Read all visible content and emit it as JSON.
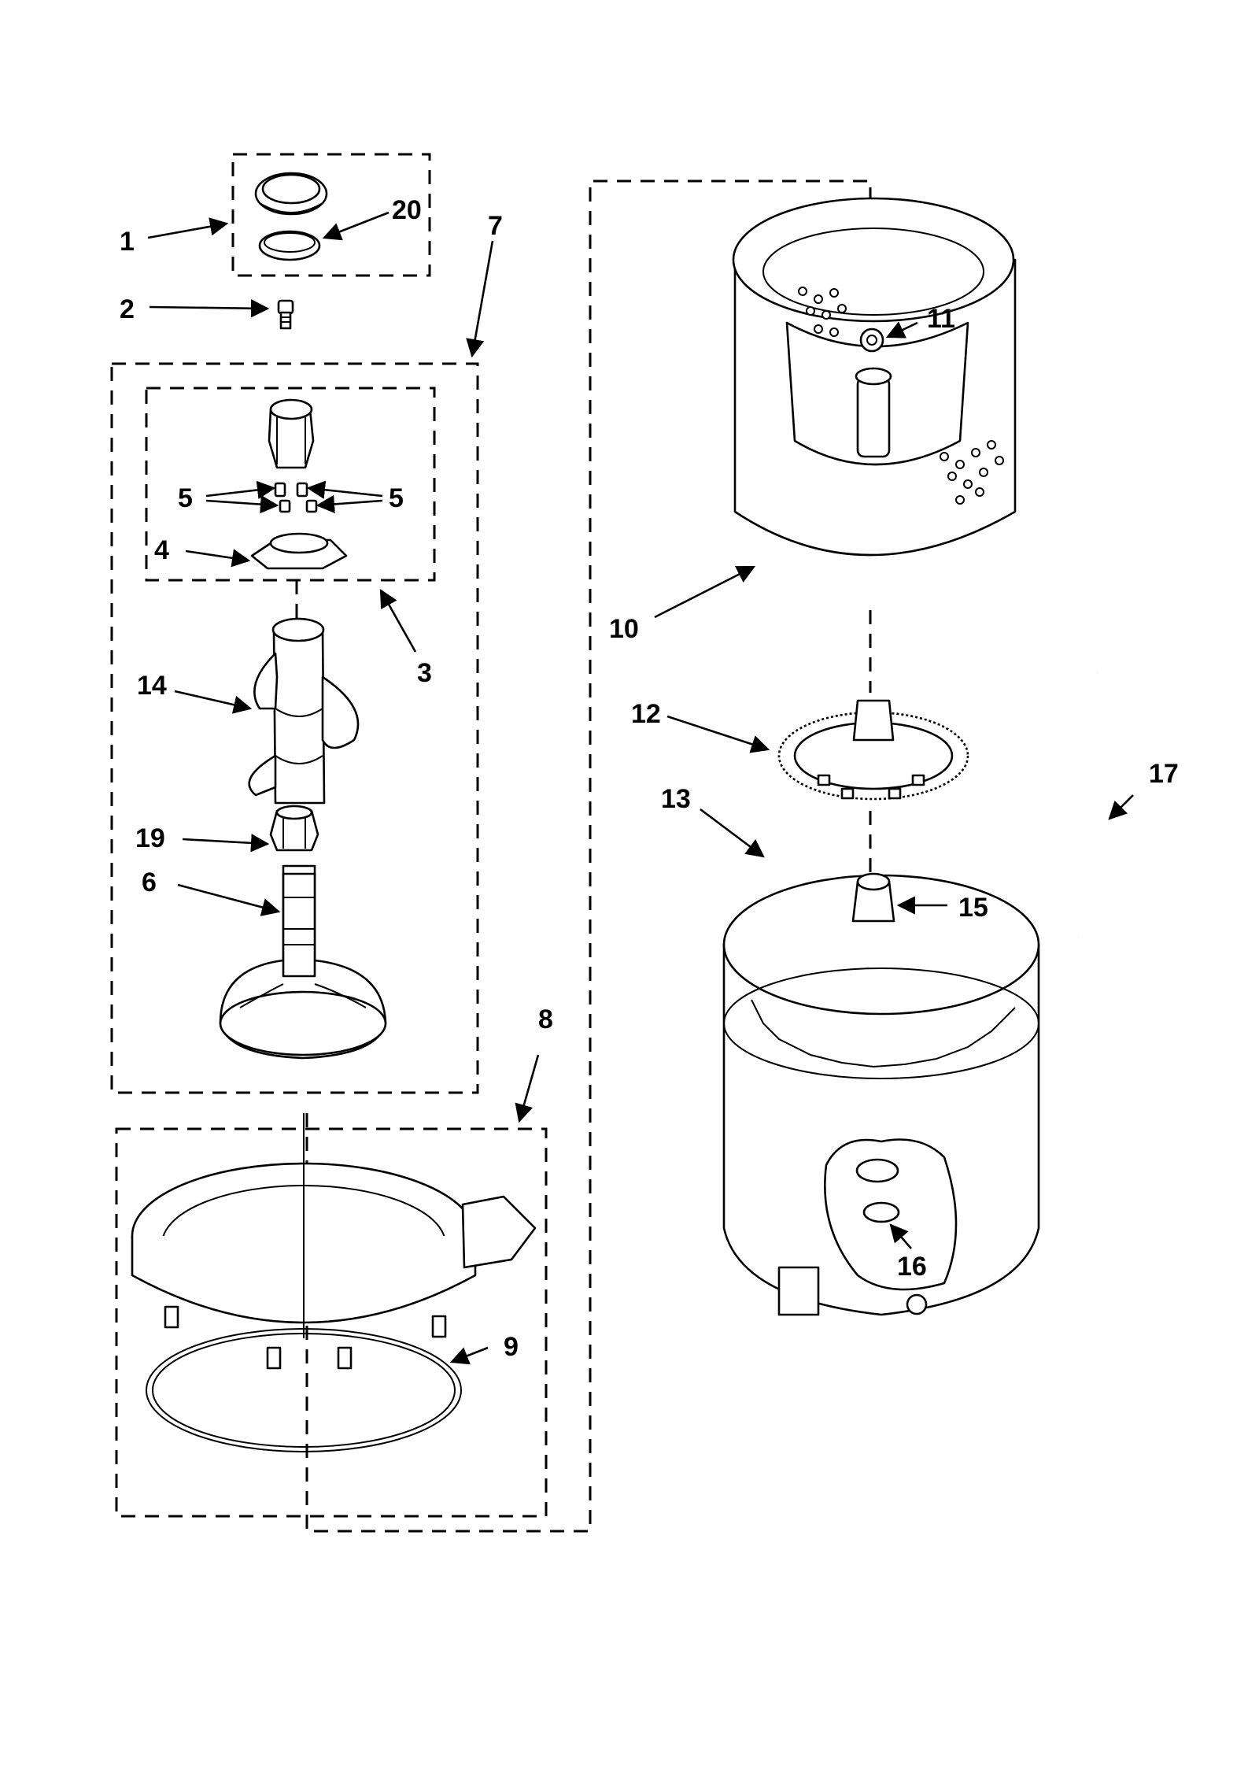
{
  "callouts": {
    "c1": "1",
    "c2": "2",
    "c3": "3",
    "c4": "4",
    "c5a": "5",
    "c5b": "5",
    "c6": "6",
    "c7": "7",
    "c8": "8",
    "c9": "9",
    "c10": "10",
    "c11": "11",
    "c12": "12",
    "c13": "13",
    "c14": "14",
    "c15": "15",
    "c16": "16",
    "c17": "17",
    "c19": "19",
    "c20": "20"
  },
  "colors": {
    "ink": "#000000",
    "paper": "#ffffff"
  }
}
